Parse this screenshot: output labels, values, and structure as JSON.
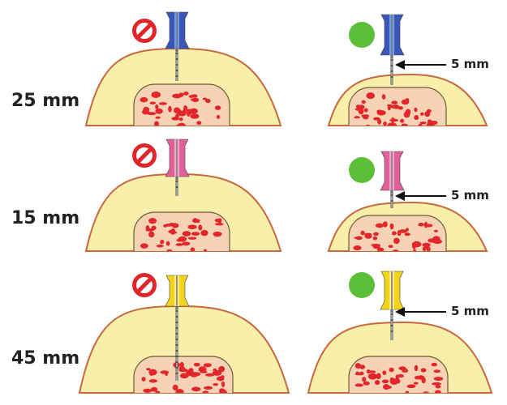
{
  "rows": [
    {
      "needle_length": "25 mm",
      "hub_color": "#3a56b8",
      "hub_light": "#6f9ee0",
      "correct_depth_label": "5 mm"
    },
    {
      "needle_length": "15 mm",
      "hub_color": "#e2609a",
      "hub_light": "#f3a7c8",
      "correct_depth_label": "5 mm"
    },
    {
      "needle_length": "45 mm",
      "hub_color": "#f3d41a",
      "hub_light": "#fbe98a",
      "correct_depth_label": "5 mm"
    }
  ],
  "icons": {
    "incorrect": "prohibited-icon",
    "correct": "green-dot-icon"
  },
  "colors": {
    "bone": "#f7efaa",
    "bone_outline": "#c8683e",
    "marrow": "#f6d3b6",
    "marrow_red": "#e3262a",
    "prohibited_red": "#e0252b",
    "correct_green": "#5cbf3a"
  }
}
